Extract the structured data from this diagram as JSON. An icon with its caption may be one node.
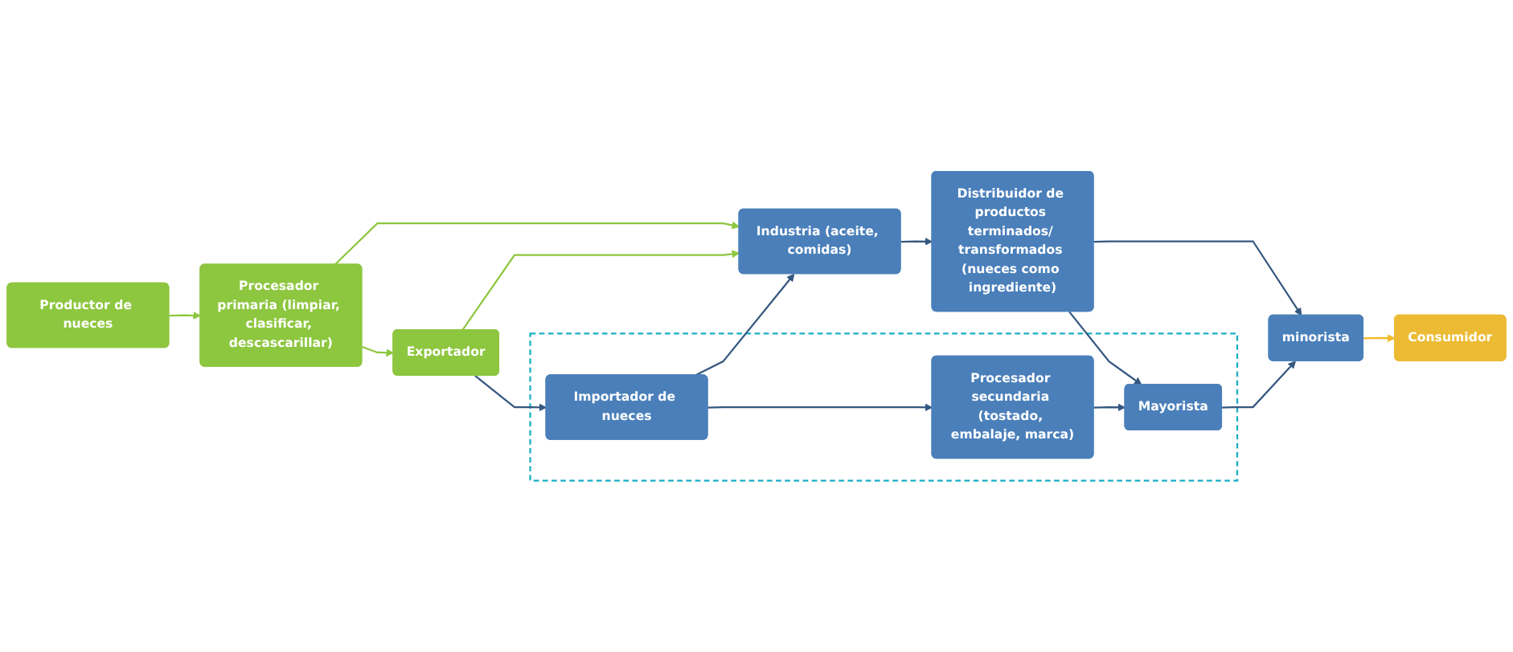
{
  "diagram": {
    "nodes": [
      {
        "text": [
          "Industria (aceite, comidas)"
        ]
      },
      {
        "text": [
          "Distribuidor de productos terminados/ transformados (nueces como ingrediente)"
        ]
      },
      {
        "text": [
          "Productor de nueces"
        ]
      },
      {
        "text": [
          "Procesador primaria (limpiar, clasificar, descascarillar)"
        ]
      },
      {
        "text": [
          "Exportador"
        ]
      },
      {
        "text": [],
        "shape": "box"
      },
      {
        "text": [
          "Importador de nueces"
        ],
        "in": 5
      },
      {
        "text": [
          "Procesador secundaria (tostado, embalaje, marca)"
        ],
        "in": 5
      },
      {
        "text": [
          "Mayorista"
        ],
        "in": 5
      },
      {
        "text": [
          "minorista"
        ]
      },
      {
        "text": [
          "Consumidor"
        ]
      }
    ],
    "edges": [
      {
        "from": 2,
        "to": 3,
        "arrow": "to",
        "color": "#8dc63f"
      },
      {
        "from": 3,
        "to": 4,
        "arrow": "to",
        "color": "#8dc63f"
      },
      {
        "from": 3,
        "to": 0,
        "arrow": "to",
        "color": "#8dc63f"
      },
      {
        "from": 4,
        "to": 0,
        "arrow": "to",
        "color": "#8dc63f"
      },
      {
        "from": 4,
        "to": 6,
        "arrow": "to"
      },
      {
        "from": 6,
        "to": 0,
        "arrow": "to"
      },
      {
        "from": 0,
        "to": 1,
        "arrow": "to"
      },
      {
        "from": 1,
        "to": 8,
        "arrow": "to"
      },
      {
        "from": 1,
        "to": 9,
        "arrow": "to"
      },
      {
        "from": 6,
        "to": 7,
        "arrow": "to"
      },
      {
        "from": 7,
        "to": 8,
        "arrow": "to"
      },
      {
        "from": 8,
        "to": 9,
        "arrow": "to"
      },
      {
        "from": 9,
        "to": 10,
        "arrow": "to",
        "color": "#f0b929"
      }
    ]
  }
}
